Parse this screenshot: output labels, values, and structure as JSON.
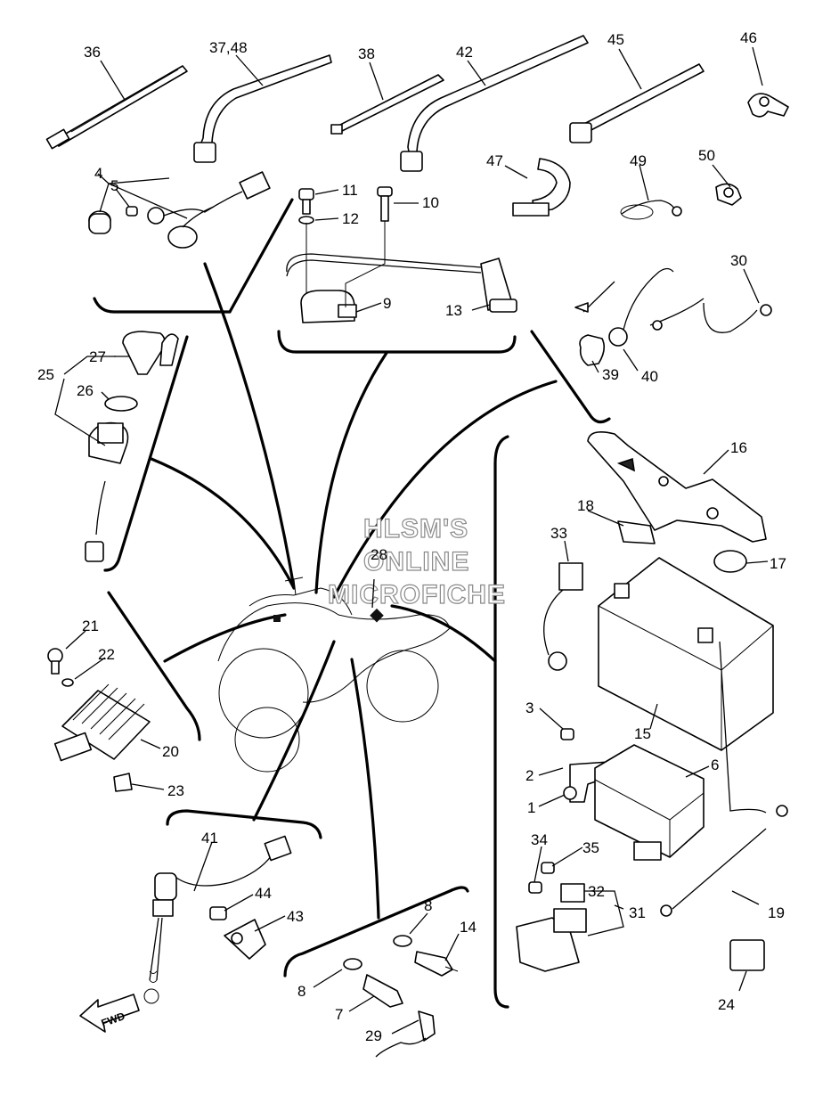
{
  "watermark": {
    "line1": "HLSM'S",
    "line2": "ONLINE",
    "line3": "MICROFICHE"
  },
  "fwd_label": "FWD",
  "callouts": [
    {
      "key": "36",
      "text": "36"
    },
    {
      "key": "37_48",
      "text": "37,48"
    },
    {
      "key": "38",
      "text": "38"
    },
    {
      "key": "42",
      "text": "42"
    },
    {
      "key": "45",
      "text": "45"
    },
    {
      "key": "46",
      "text": "46"
    },
    {
      "key": "4",
      "text": "4"
    },
    {
      "key": "5",
      "text": "5"
    },
    {
      "key": "11",
      "text": "11"
    },
    {
      "key": "10",
      "text": "10"
    },
    {
      "key": "12",
      "text": "12"
    },
    {
      "key": "9",
      "text": "9"
    },
    {
      "key": "13",
      "text": "13"
    },
    {
      "key": "47",
      "text": "47"
    },
    {
      "key": "49",
      "text": "49"
    },
    {
      "key": "50",
      "text": "50"
    },
    {
      "key": "30",
      "text": "30"
    },
    {
      "key": "27",
      "text": "27"
    },
    {
      "key": "25",
      "text": "25"
    },
    {
      "key": "26",
      "text": "26"
    },
    {
      "key": "39",
      "text": "39"
    },
    {
      "key": "40",
      "text": "40"
    },
    {
      "key": "16",
      "text": "16"
    },
    {
      "key": "18",
      "text": "18"
    },
    {
      "key": "33",
      "text": "33"
    },
    {
      "key": "28",
      "text": "28"
    },
    {
      "key": "17",
      "text": "17"
    },
    {
      "key": "21",
      "text": "21"
    },
    {
      "key": "22",
      "text": "22"
    },
    {
      "key": "20",
      "text": "20"
    },
    {
      "key": "23",
      "text": "23"
    },
    {
      "key": "3",
      "text": "3"
    },
    {
      "key": "15",
      "text": "15"
    },
    {
      "key": "6",
      "text": "6"
    },
    {
      "key": "2",
      "text": "2"
    },
    {
      "key": "1",
      "text": "1"
    },
    {
      "key": "41",
      "text": "41"
    },
    {
      "key": "44",
      "text": "44"
    },
    {
      "key": "43",
      "text": "43"
    },
    {
      "key": "34",
      "text": "34"
    },
    {
      "key": "35",
      "text": "35"
    },
    {
      "key": "19",
      "text": "19"
    },
    {
      "key": "32",
      "text": "32"
    },
    {
      "key": "31",
      "text": "31"
    },
    {
      "key": "8a",
      "text": "8"
    },
    {
      "key": "14",
      "text": "14"
    },
    {
      "key": "8b",
      "text": "8"
    },
    {
      "key": "7",
      "text": "7"
    },
    {
      "key": "29",
      "text": "29"
    },
    {
      "key": "24",
      "text": "24"
    }
  ]
}
